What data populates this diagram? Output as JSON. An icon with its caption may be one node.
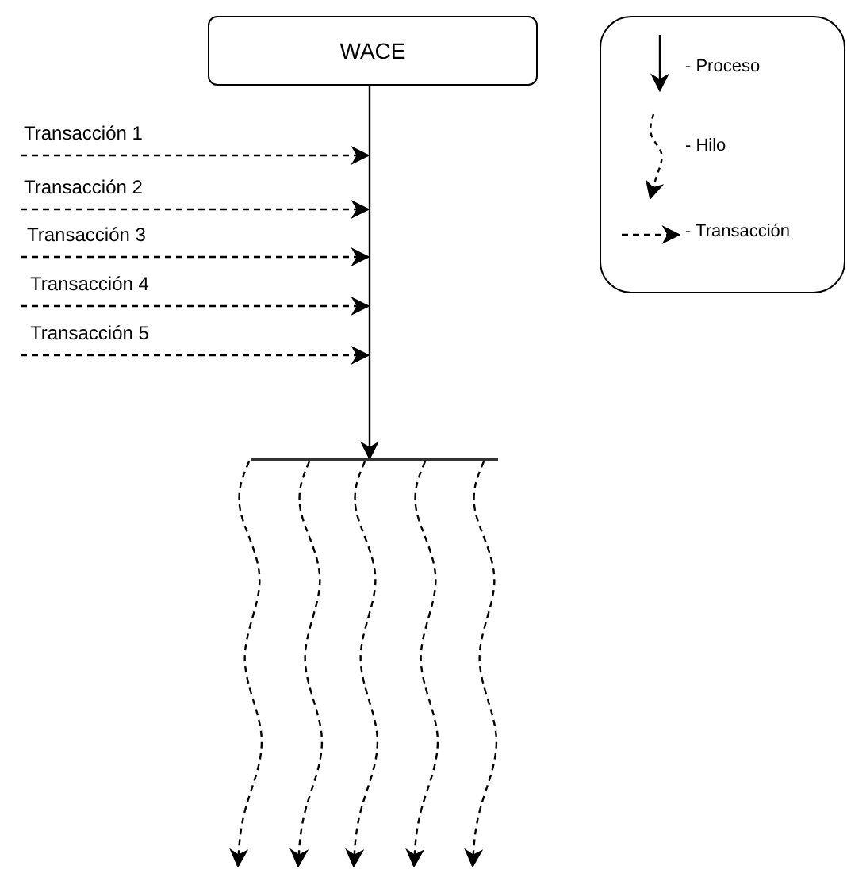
{
  "diagram": {
    "nodes": [
      {
        "text": [
          "WACE"
        ]
      },
      {
        "text": [],
        "shape": "bar"
      },
      {
        "text": [
          "Transacción 1"
        ]
      },
      {
        "text": [
          "Transacción 2"
        ]
      },
      {
        "text": [
          "Transacción 3"
        ]
      },
      {
        "text": [
          "Transacción 4"
        ]
      },
      {
        "text": [
          "Transacción 5"
        ]
      }
    ],
    "edges": [
      {
        "from": 0,
        "to": 1,
        "arrow": "to"
      },
      {
        "from": 2,
        "to": null,
        "arrow": "to",
        "style": "dashed"
      },
      {
        "from": 3,
        "to": null,
        "arrow": "to",
        "style": "dashed"
      },
      {
        "from": 4,
        "to": null,
        "arrow": "to",
        "style": "dashed"
      },
      {
        "from": 5,
        "to": null,
        "arrow": "to",
        "style": "dashed"
      },
      {
        "from": 6,
        "to": null,
        "arrow": "to",
        "style": "dashed"
      },
      {
        "from": 1,
        "to": null,
        "arrow": "to",
        "style": "dashed"
      },
      {
        "from": 1,
        "to": null,
        "arrow": "to",
        "style": "dashed"
      },
      {
        "from": 1,
        "to": null,
        "arrow": "to",
        "style": "dashed"
      },
      {
        "from": 1,
        "to": null,
        "arrow": "to",
        "style": "dashed"
      },
      {
        "from": 1,
        "to": null,
        "arrow": "to",
        "style": "dashed"
      }
    ],
    "legend": [
      {
        "text": "- Proceso"
      },
      {
        "text": "- Hilo"
      },
      {
        "text": "- Transacción"
      }
    ]
  }
}
